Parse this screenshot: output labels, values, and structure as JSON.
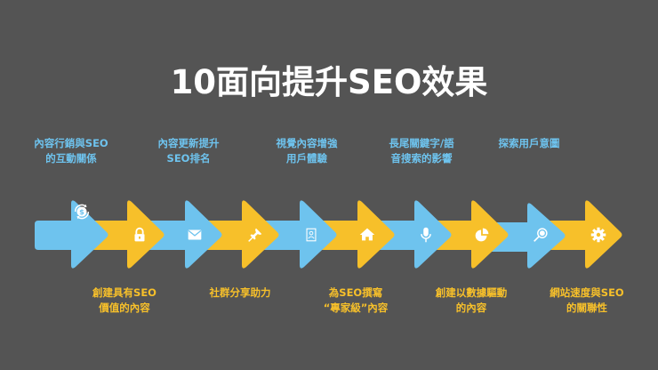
{
  "title": "10面向提升SEO效果",
  "colors": {
    "background": "#545454",
    "blue": "#6ec3ee",
    "yellow": "#f7c02a",
    "title": "#ffffff",
    "icon": "#ffffff"
  },
  "steps": [
    {
      "index": 1,
      "color": "blue",
      "position": "top",
      "icon": "money-cycle-icon",
      "lines": [
        "內容行銷與SEO",
        "的互動關係"
      ]
    },
    {
      "index": 2,
      "color": "yellow",
      "position": "bottom",
      "icon": "lock-icon",
      "lines": [
        "創建具有SEO",
        "價值的內容"
      ]
    },
    {
      "index": 3,
      "color": "blue",
      "position": "top",
      "icon": "mail-icon",
      "lines": [
        "內容更新提升",
        "SEO排名"
      ]
    },
    {
      "index": 4,
      "color": "yellow",
      "position": "bottom",
      "icon": "pin-icon",
      "lines": [
        "社群分享助力"
      ]
    },
    {
      "index": 5,
      "color": "blue",
      "position": "top",
      "icon": "contact-card-icon",
      "lines": [
        "視覺內容增強",
        "用戶體驗"
      ]
    },
    {
      "index": 6,
      "color": "yellow",
      "position": "bottom",
      "icon": "home-icon",
      "lines": [
        "為SEO撰寫",
        "“專家級”內容"
      ]
    },
    {
      "index": 7,
      "color": "blue",
      "position": "top",
      "icon": "microphone-icon",
      "lines": [
        "長尾關鍵字/語",
        "音搜索的影響"
      ]
    },
    {
      "index": 8,
      "color": "yellow",
      "position": "bottom",
      "icon": "pie-chart-icon",
      "lines": [
        "創建以數據驅動",
        "的內容"
      ]
    },
    {
      "index": 9,
      "color": "blue",
      "position": "top",
      "icon": "search-icon",
      "lines": [
        "探索用戶意圖"
      ]
    },
    {
      "index": 10,
      "color": "yellow",
      "position": "bottom",
      "icon": "gear-icon",
      "lines": [
        "網站速度與SEO",
        "的關聯性"
      ]
    }
  ]
}
